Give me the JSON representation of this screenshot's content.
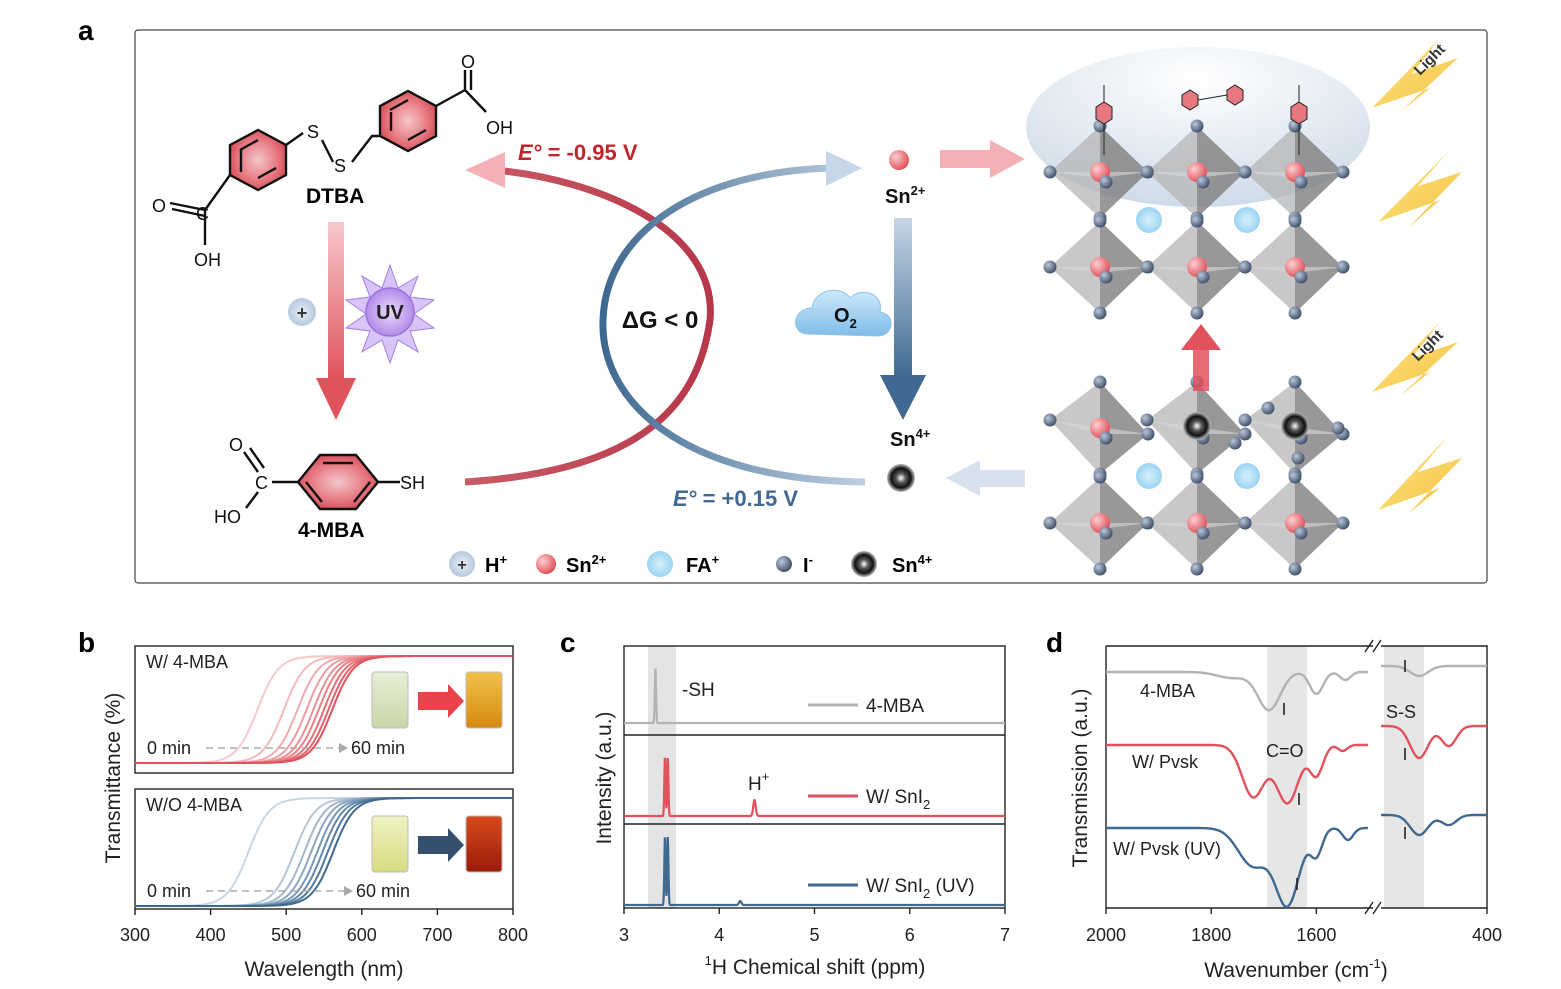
{
  "panel_letters": {
    "a": "a",
    "b": "b",
    "c": "c",
    "d": "d"
  },
  "scheme": {
    "dtba_label": "DTBA",
    "mba_label": "4-MBA",
    "uv_label": "UV",
    "plus": "+",
    "deltaG": "ΔG < 0",
    "e_red_sym": "E°",
    "e_red_val": " = -0.95 V",
    "e_ox_sym": "E°",
    "e_ox_val": " = +0.15 V",
    "sn2": "Sn",
    "sn2_sup": "2+",
    "sn4": "Sn",
    "sn4_sup": "4+",
    "o2": "O",
    "o2_sub": "2",
    "light1": "Light",
    "light2": "Light",
    "atoms": {
      "o": "O",
      "oh": "OH",
      "ho": "HO",
      "c": "C",
      "s": "S",
      "sh": "SH"
    },
    "legend": [
      {
        "main": "H",
        "sup": "+"
      },
      {
        "main": "Sn",
        "sup": "2+"
      },
      {
        "main": "FA",
        "sup": "+"
      },
      {
        "main": "I",
        "sup": "-"
      },
      {
        "main": "Sn",
        "sup": "4+"
      }
    ],
    "colors": {
      "red": "#e0525c",
      "blue": "#3f6991",
      "sn2_ball": "#e8585f",
      "iodide": "#4a5a72",
      "fa": "#a9dcf4"
    }
  },
  "panel_b": {
    "ylabel": "Transmittance (%)",
    "xlabel": "Wavelength (nm)",
    "top_label": "W/ 4-MBA",
    "bottom_label": "W/O 4-MBA",
    "time_start": "0 min",
    "time_end": "60 min",
    "xticks": [
      "300",
      "400",
      "500",
      "600",
      "700",
      "800"
    ]
  },
  "panel_c": {
    "ylabel": "Intensity (a.u.)",
    "xlabel_pre": "1",
    "xlabel_main": "H Chemical shift (ppm)",
    "sh_label": "-SH",
    "h_label": "H",
    "h_sup": "+",
    "legend": [
      {
        "main": "4-MBA",
        "sub": "",
        "tail": ""
      },
      {
        "main": "W/ SnI",
        "sub": "2",
        "tail": ""
      },
      {
        "main": "W/ SnI",
        "sub": "2",
        "tail": " (UV)"
      }
    ],
    "xticks": [
      "3",
      "4",
      "5",
      "6",
      "7"
    ]
  },
  "panel_d": {
    "ylabel": "Transmission (a.u.)",
    "xlabel_main": "Wavenumber (cm",
    "xlabel_sup": "-1",
    "xlabel_tail": ")",
    "labels": [
      "4-MBA",
      "W/ Pvsk",
      "W/ Pvsk (UV)"
    ],
    "co_label": "C=O",
    "ss_label": "S-S",
    "xticks": [
      "2000",
      "1800",
      "1600",
      "400"
    ]
  },
  "chart_data": [
    {
      "type": "line",
      "panel": "b",
      "xlabel": "Wavelength (nm)",
      "ylabel": "Transmittance (%)",
      "xlim": [
        300,
        800
      ],
      "series": [
        {
          "name": "W/ 4-MBA",
          "color": "#e0525c",
          "edge_nm": [
            462,
            497,
            515,
            527,
            536,
            543,
            550,
            556,
            561
          ]
        },
        {
          "name": "W/O 4-MBA",
          "color": "#3f6991",
          "edge_nm": [
            450,
            511,
            524,
            533,
            541,
            548,
            555,
            562
          ]
        }
      ]
    },
    {
      "type": "line",
      "panel": "c",
      "xlabel": "1H Chemical shift (ppm)",
      "ylabel": "Intensity (a.u.)",
      "xlim": [
        3,
        7
      ],
      "series": [
        {
          "name": "4-MBA",
          "color": "#b3b3b3",
          "peaks_ppm": [
            3.33
          ]
        },
        {
          "name": "W/ SnI2",
          "color": "#e0525c",
          "peaks_ppm": [
            3.43,
            3.46,
            4.37
          ]
        },
        {
          "name": "W/ SnI2 (UV)",
          "color": "#3f6991",
          "peaks_ppm": [
            3.43,
            3.46,
            4.22
          ]
        }
      ]
    },
    {
      "type": "line",
      "panel": "d",
      "xlabel": "Wavenumber (cm-1)",
      "ylabel": "Transmission (a.u.)",
      "xlim": [
        2000,
        400
      ],
      "series": [
        {
          "name": "4-MBA",
          "color": "#b3b3b3",
          "band_cm": 1690
        },
        {
          "name": "W/ Pvsk",
          "color": "#e0525c",
          "band_cm": 1655
        },
        {
          "name": "W/ Pvsk (UV)",
          "color": "#3f6991",
          "band_cm": 1655
        }
      ]
    }
  ]
}
